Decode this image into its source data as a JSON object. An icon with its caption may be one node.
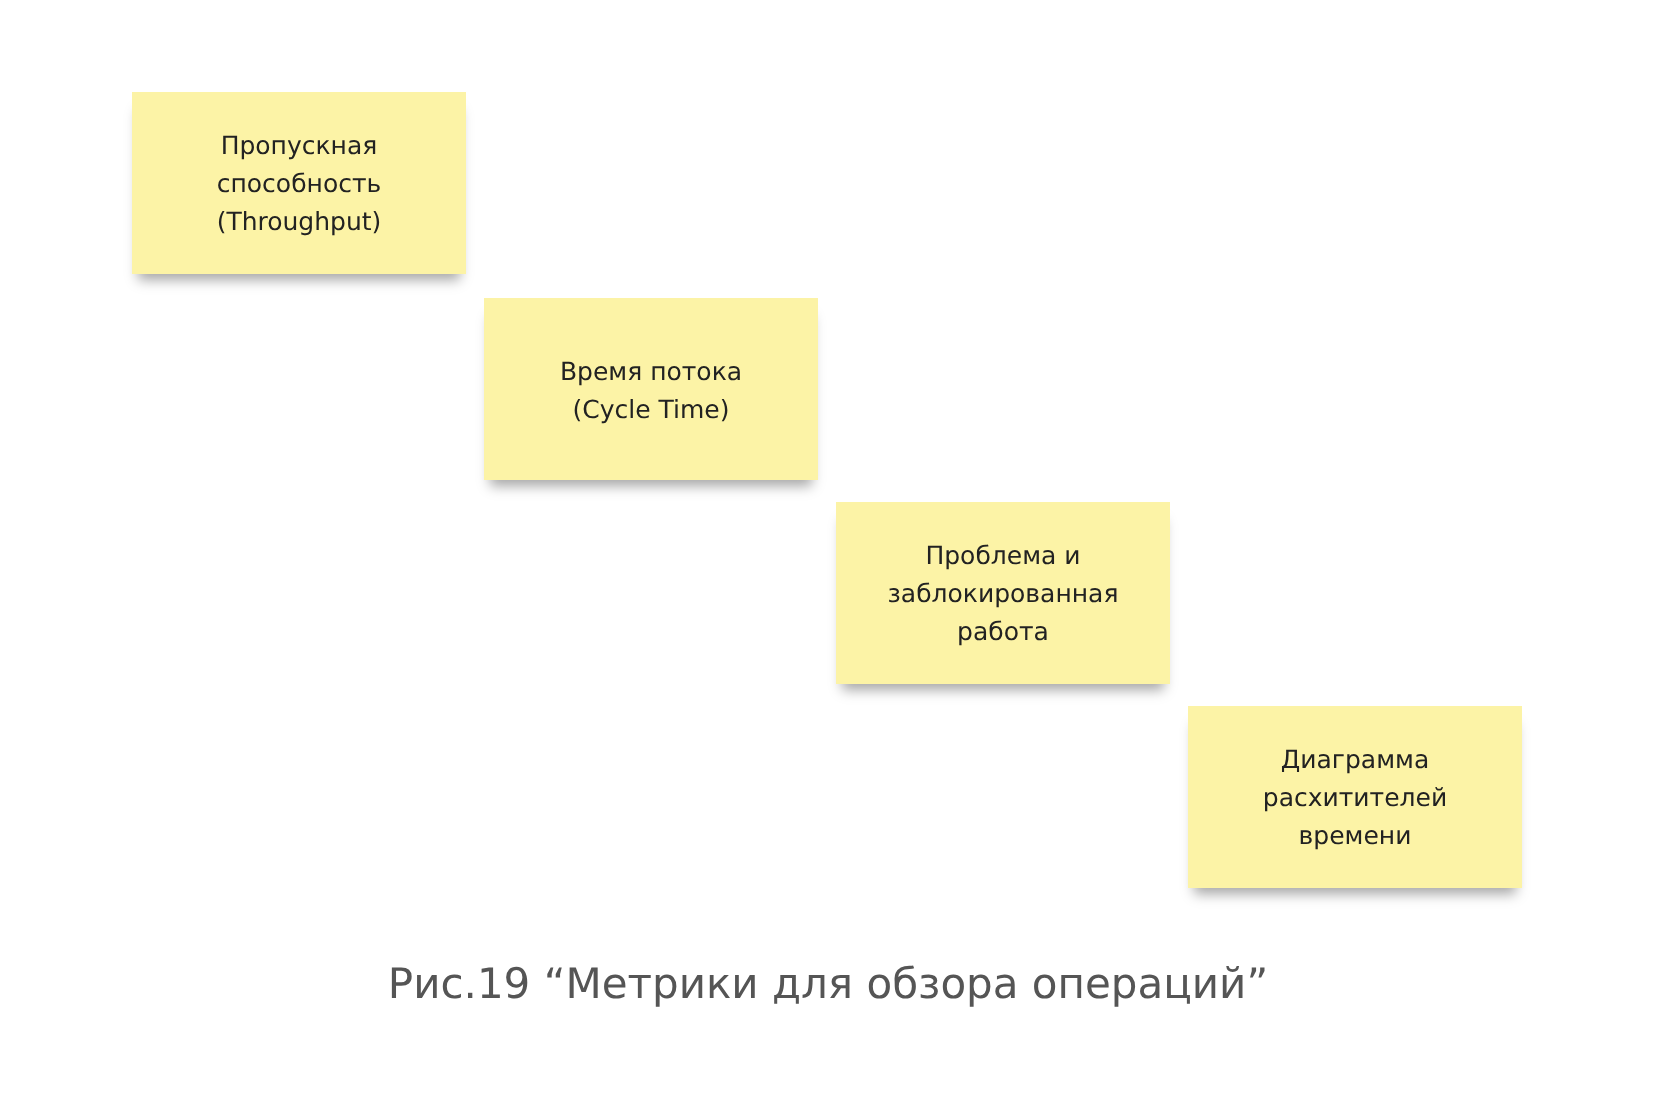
{
  "diagram": {
    "caption": "Рис.19 “Метрики для обзора операций”",
    "nodes": [
      {
        "text": [
          "Пропускная способность (Throughput)"
        ]
      },
      {
        "text": [
          "Время потока (Cycle Time)"
        ]
      },
      {
        "text": [
          "Проблема и заблокированная работа"
        ]
      },
      {
        "text": [
          "Диаграмма расхитителей времени"
        ]
      }
    ]
  }
}
